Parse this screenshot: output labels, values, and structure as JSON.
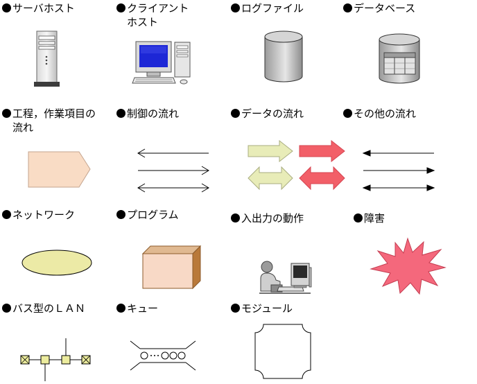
{
  "legend": {
    "server_host": "サーバホスト",
    "client_host_1": "クライアント",
    "client_host_2": "ホスト",
    "log_file": "ログファイル",
    "database": "データベース",
    "process_flow_1": "工程，作業項目の",
    "process_flow_2": "流れ",
    "control_flow": "制御の流れ",
    "data_flow": "データの流れ",
    "other_flow": "その他の流れ",
    "network": "ネットワーク",
    "program": "プログラム",
    "io_operation": "入出力の動作",
    "fault": "障害",
    "bus_lan": "バス型のＬＡＮ",
    "queue": "キュー",
    "module": "モジュール"
  },
  "icons": {
    "server_host": "server-tower-icon",
    "client_host": "desktop-computer-icon",
    "log_file": "cylinder-icon",
    "database": "database-cylinder-icon",
    "process_flow": "pentagon-arrow-icon",
    "control_flow": "open-arrows-icon",
    "data_flow": "block-arrows-icon",
    "other_flow": "solid-arrows-icon",
    "network": "ellipse-icon",
    "program": "box-icon",
    "io_operation": "person-at-computer-icon",
    "fault": "explosion-burst-icon",
    "bus_lan": "bus-lan-icon",
    "queue": "queue-icon",
    "module": "module-notched-square-icon"
  },
  "colors": {
    "process_fill": "#f9dcc5",
    "process_stroke": "#c4a48e",
    "data_flow_light": "#e8ecb8",
    "data_flow_red": "#f25f68",
    "network_fill": "#eceaa6",
    "program_front": "#f8d9c6",
    "program_side": "#b9793a",
    "fault_fill": "#f4687c",
    "lan_node_fill": "#ecec9e",
    "monitor_screen": "#1d27d6"
  }
}
